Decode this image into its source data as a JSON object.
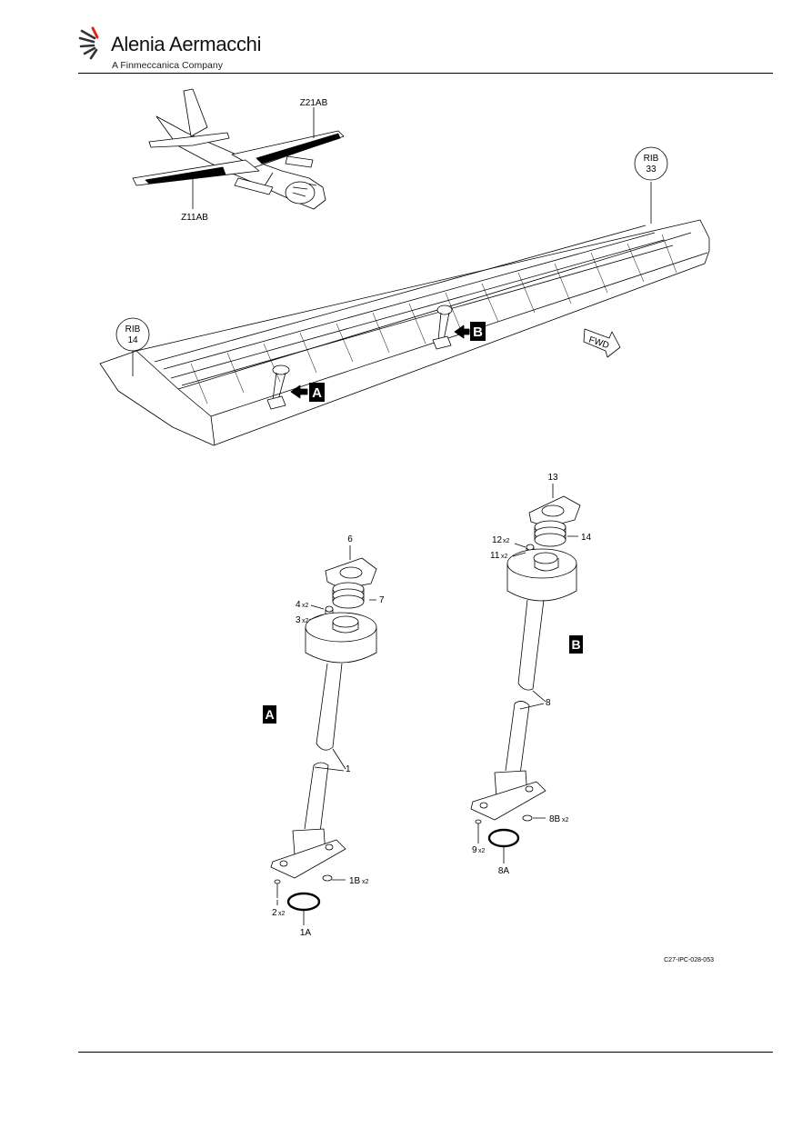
{
  "header": {
    "company_name": "Alenia Aermacchi",
    "company_sub": "A Finmeccanica Company",
    "brand_color": "#e2231a"
  },
  "figure": {
    "locators": {
      "right_wing": "Z21AB",
      "left_wing": "Z11AB"
    },
    "ribs": {
      "outboard": {
        "top": "RIB",
        "num": "33"
      },
      "inboard": {
        "top": "RIB",
        "num": "14"
      }
    },
    "fwd": "FWD",
    "views": {
      "a": "A",
      "b": "B"
    },
    "callouts_a": {
      "p6": "6",
      "p7": "7",
      "p4": "4",
      "p4q": "x2",
      "p3": "3",
      "p3q": "x2",
      "p1": "1",
      "p1b": "1B",
      "p1bq": "x2",
      "p2": "2",
      "p2q": "x2",
      "p1a": "1A"
    },
    "callouts_b": {
      "p13": "13",
      "p14": "14",
      "p12": "12",
      "p12q": "x2",
      "p11": "11",
      "p11q": "x2",
      "p8": "8",
      "p8b": "8B",
      "p8bq": "x2",
      "p9": "9",
      "p9q": "x2",
      "p8a": "8A"
    },
    "figure_id": "C27-IPC-028-053"
  }
}
